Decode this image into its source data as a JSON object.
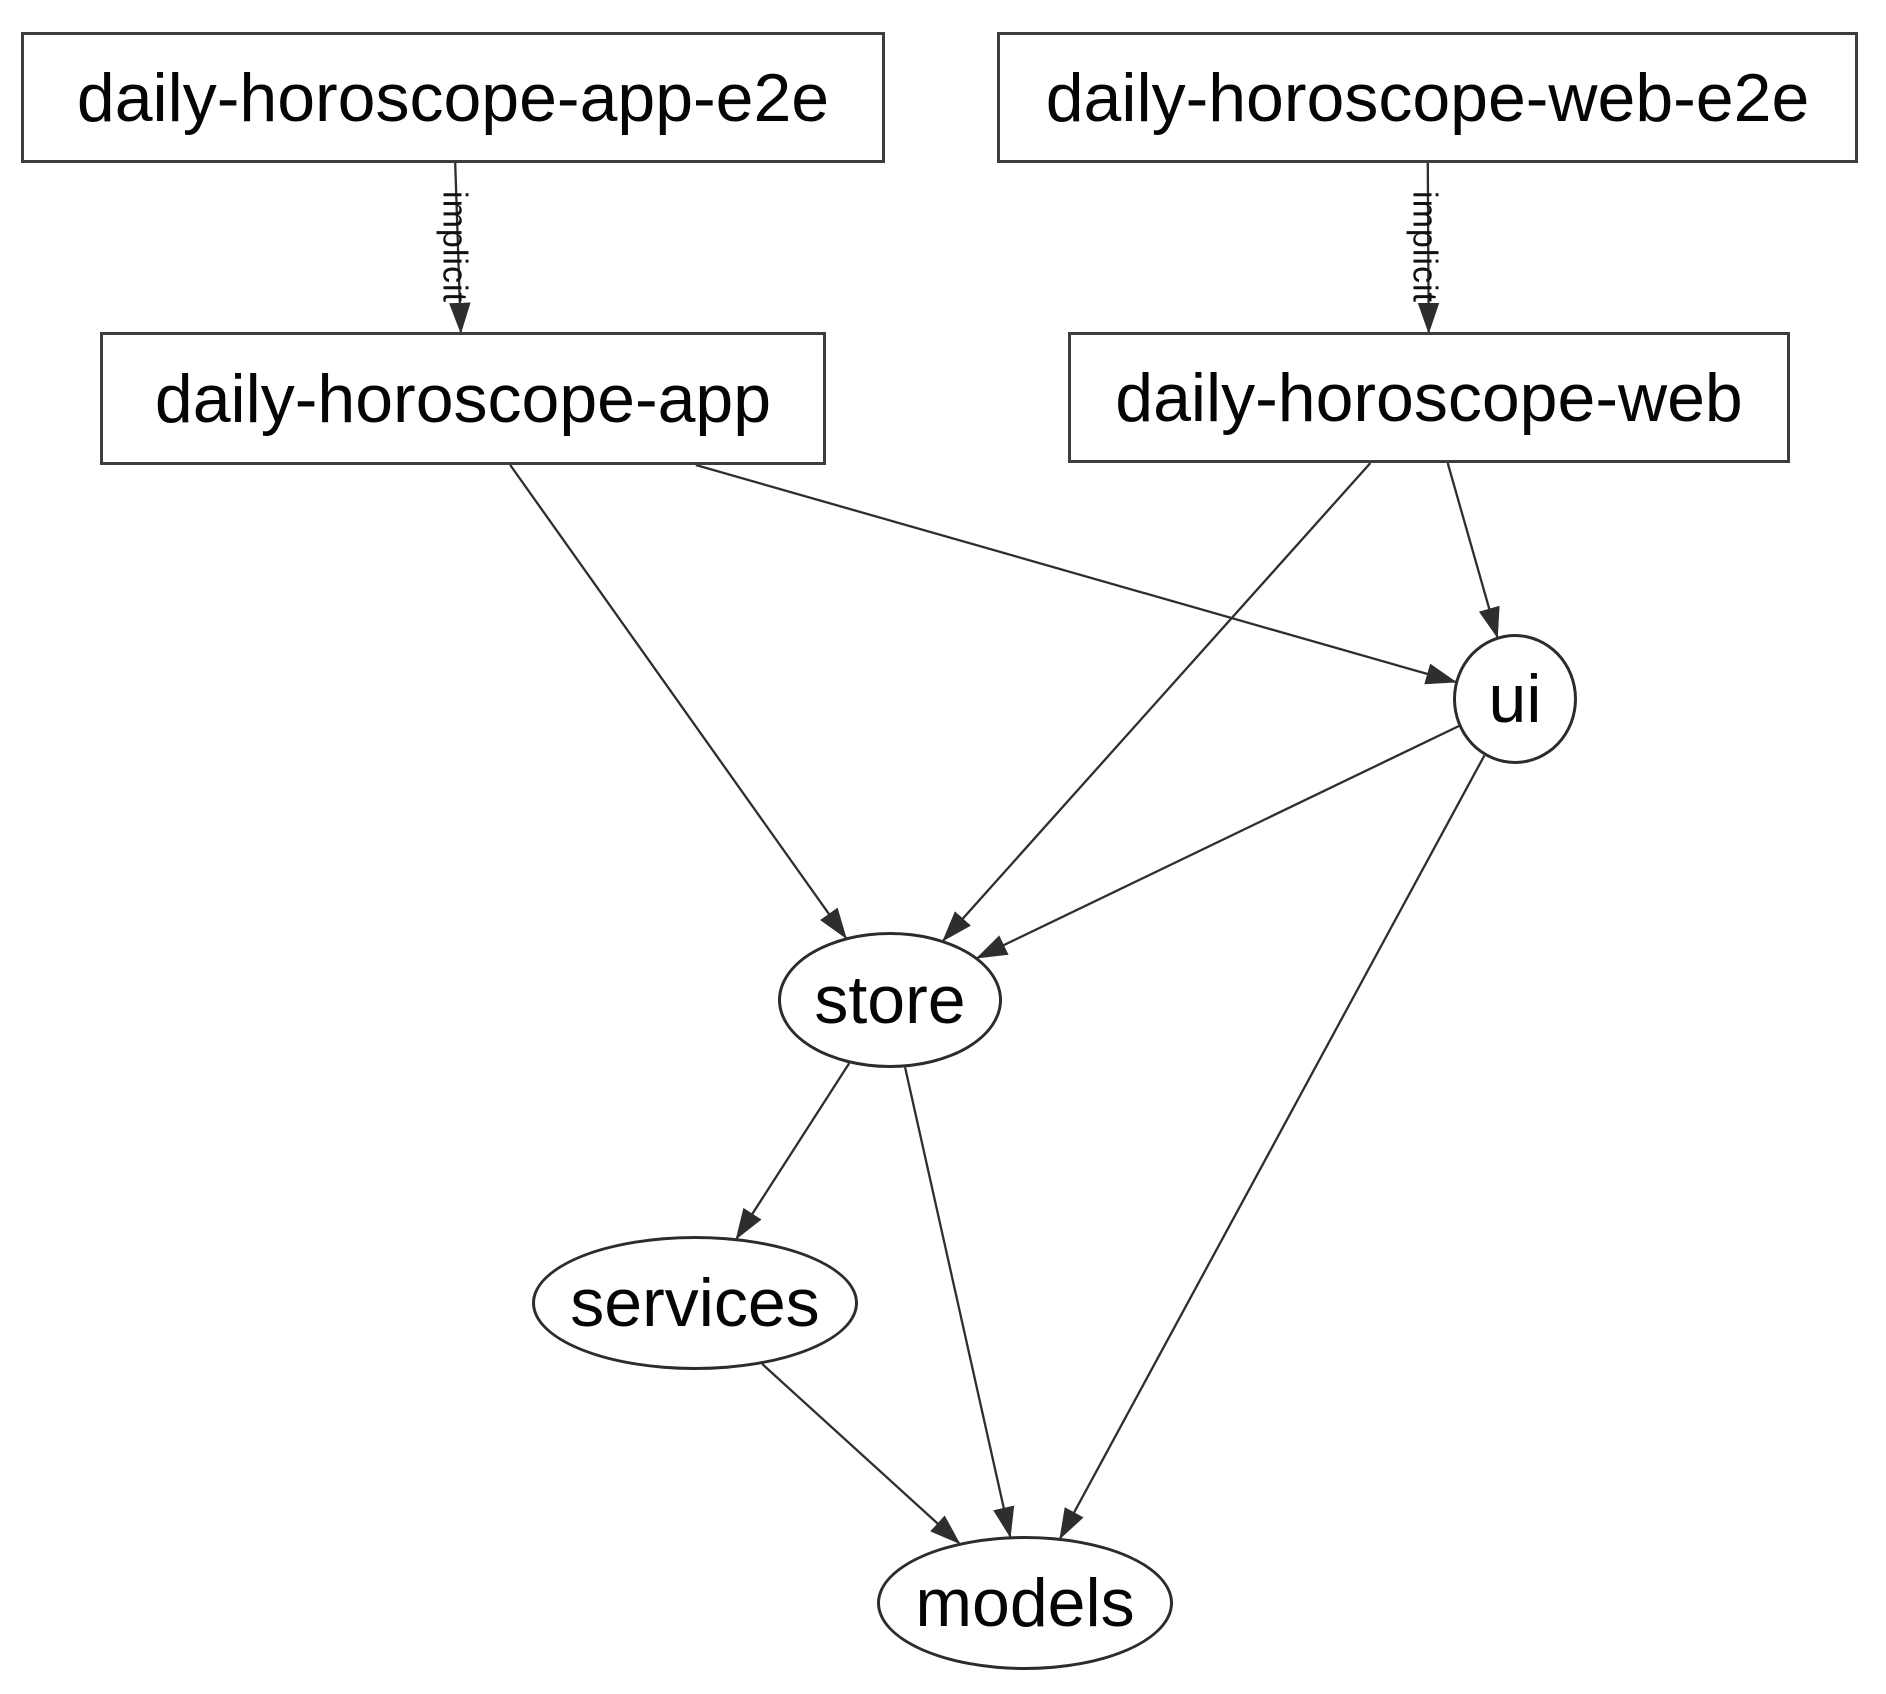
{
  "diagram": {
    "background_color": "#ffffff",
    "node_fill_color": "#ffffff",
    "node_border_color": "#3d3d3d",
    "edge_color": "#2e2e2e",
    "text_color": "#050505"
  },
  "nodes": [
    {
      "id": "daily-horoscope-app-e2e",
      "label": "daily-horoscope-app-e2e",
      "shape": "box"
    },
    {
      "id": "daily-horoscope-web-e2e",
      "label": "daily-horoscope-web-e2e",
      "shape": "box"
    },
    {
      "id": "daily-horoscope-app",
      "label": "daily-horoscope-app",
      "shape": "box"
    },
    {
      "id": "daily-horoscope-web",
      "label": "daily-horoscope-web",
      "shape": "box"
    },
    {
      "id": "ui",
      "label": "ui",
      "shape": "ellipse"
    },
    {
      "id": "store",
      "label": "store",
      "shape": "ellipse"
    },
    {
      "id": "services",
      "label": "services",
      "shape": "ellipse"
    },
    {
      "id": "models",
      "label": "models",
      "shape": "ellipse"
    }
  ],
  "edges": [
    {
      "from": "daily-horoscope-app-e2e",
      "to": "daily-horoscope-app",
      "label": "implicit"
    },
    {
      "from": "daily-horoscope-web-e2e",
      "to": "daily-horoscope-web",
      "label": "implicit"
    },
    {
      "from": "daily-horoscope-app",
      "to": "store"
    },
    {
      "from": "daily-horoscope-app",
      "to": "ui"
    },
    {
      "from": "daily-horoscope-web",
      "to": "store"
    },
    {
      "from": "daily-horoscope-web",
      "to": "ui"
    },
    {
      "from": "ui",
      "to": "store"
    },
    {
      "from": "ui",
      "to": "models"
    },
    {
      "from": "store",
      "to": "services"
    },
    {
      "from": "store",
      "to": "models"
    },
    {
      "from": "services",
      "to": "models"
    }
  ]
}
